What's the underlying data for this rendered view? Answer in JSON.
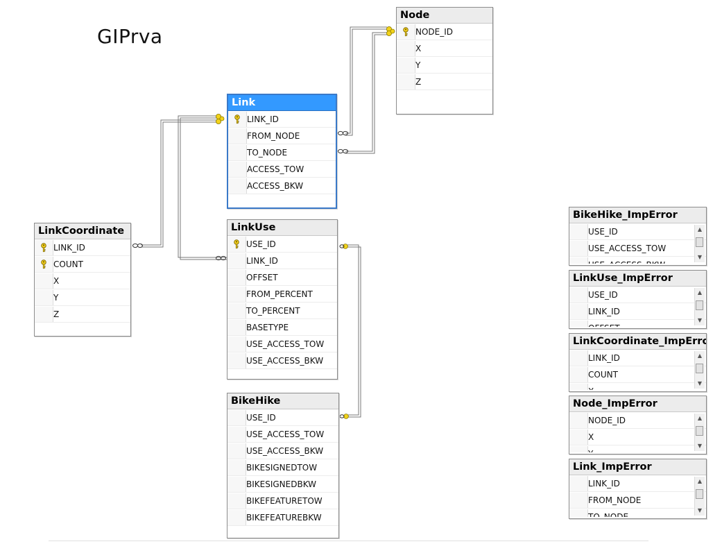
{
  "diagram": {
    "title": "GIPrva"
  },
  "tables": {
    "node": {
      "name": "Node",
      "columns": [
        {
          "name": "NODE_ID",
          "key": true
        },
        {
          "name": "X",
          "key": false
        },
        {
          "name": "Y",
          "key": false
        },
        {
          "name": "Z",
          "key": false
        }
      ]
    },
    "link": {
      "name": "Link",
      "columns": [
        {
          "name": "LINK_ID",
          "key": true
        },
        {
          "name": "FROM_NODE",
          "key": false
        },
        {
          "name": "TO_NODE",
          "key": false
        },
        {
          "name": "ACCESS_TOW",
          "key": false
        },
        {
          "name": "ACCESS_BKW",
          "key": false
        }
      ]
    },
    "link_coordinate": {
      "name": "LinkCoordinate",
      "columns": [
        {
          "name": "LINK_ID",
          "key": true
        },
        {
          "name": "COUNT",
          "key": true
        },
        {
          "name": "X",
          "key": false
        },
        {
          "name": "Y",
          "key": false
        },
        {
          "name": "Z",
          "key": false
        }
      ]
    },
    "link_use": {
      "name": "LinkUse",
      "columns": [
        {
          "name": "USE_ID",
          "key": true
        },
        {
          "name": "LINK_ID",
          "key": false
        },
        {
          "name": "OFFSET",
          "key": false
        },
        {
          "name": "FROM_PERCENT",
          "key": false
        },
        {
          "name": "TO_PERCENT",
          "key": false
        },
        {
          "name": "BASETYPE",
          "key": false
        },
        {
          "name": "USE_ACCESS_TOW",
          "key": false
        },
        {
          "name": "USE_ACCESS_BKW",
          "key": false
        }
      ]
    },
    "bike_hike": {
      "name": "BikeHike",
      "columns": [
        {
          "name": "USE_ID",
          "key": false
        },
        {
          "name": "USE_ACCESS_TOW",
          "key": false
        },
        {
          "name": "USE_ACCESS_BKW",
          "key": false
        },
        {
          "name": "BIKESIGNEDTOW",
          "key": false
        },
        {
          "name": "BIKESIGNEDBKW",
          "key": false
        },
        {
          "name": "BIKEFEATURETOW",
          "key": false
        },
        {
          "name": "BIKEFEATUREBKW",
          "key": false
        }
      ]
    },
    "bike_hike_imp_error": {
      "name": "BikeHike_ImpError",
      "columns": [
        {
          "name": "USE_ID"
        },
        {
          "name": "USE_ACCESS_TOW"
        },
        {
          "name": "USE_ACCESS_BKW"
        }
      ]
    },
    "link_use_imp_error": {
      "name": "LinkUse_ImpError",
      "columns": [
        {
          "name": "USE_ID"
        },
        {
          "name": "LINK_ID"
        },
        {
          "name": "OFFSET"
        }
      ]
    },
    "link_coordinate_imp_error": {
      "name": "LinkCoordinate_ImpError",
      "columns": [
        {
          "name": "LINK_ID"
        },
        {
          "name": "COUNT"
        },
        {
          "name": "X"
        }
      ]
    },
    "node_imp_error": {
      "name": "Node_ImpError",
      "columns": [
        {
          "name": "NODE_ID"
        },
        {
          "name": "X"
        },
        {
          "name": "Y"
        }
      ]
    },
    "link_imp_error": {
      "name": "Link_ImpError",
      "columns": [
        {
          "name": "LINK_ID"
        },
        {
          "name": "FROM_NODE"
        },
        {
          "name": "TO_NODE"
        }
      ]
    }
  }
}
